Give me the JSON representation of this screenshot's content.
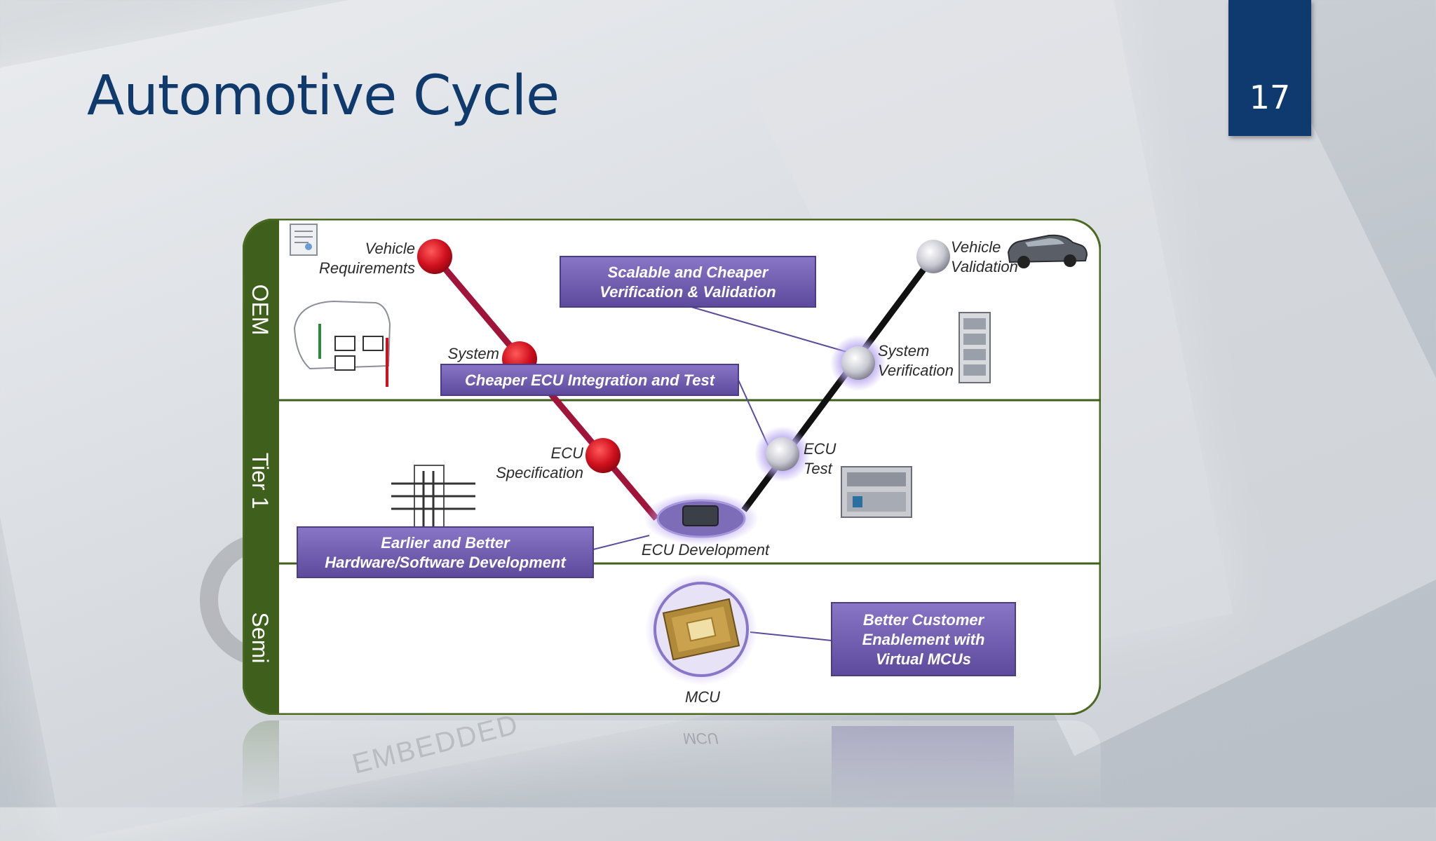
{
  "slide": {
    "title": "Automotive Cycle",
    "page_number": "17"
  },
  "lanes": {
    "oem": "OEM",
    "tier1": "Tier 1",
    "semi": "Semi"
  },
  "nodes": {
    "vehicle_requirements": [
      "Vehicle",
      "Requirements"
    ],
    "system": "System",
    "ecu_specification": [
      "ECU",
      "Specification"
    ],
    "ecu_development": "ECU Development",
    "ecu_test": [
      "ECU",
      "Test"
    ],
    "system_verification": [
      "System",
      "Verification"
    ],
    "vehicle_validation": [
      "Vehicle",
      "Validation"
    ],
    "mcu": "MCU"
  },
  "callouts": {
    "scalable": [
      "Scalable and Cheaper",
      "Verification  & Validation"
    ],
    "cheaper_ecu": "Cheaper ECU Integration and Test",
    "earlier_better": [
      "Earlier and Better",
      "Hardware/Software Development"
    ],
    "better_customer": [
      "Better Customer",
      "Enablement with",
      "Virtual MCUs"
    ]
  },
  "watermark": "EMBEDDED",
  "colors": {
    "title": "#0f3a6b",
    "badge": "#0e3a70",
    "lane_band": "#3f5f1c",
    "callout": "#6e5aaa",
    "red_line": "#a0143a",
    "red_node": "#d0101e",
    "black_line": "#111111"
  }
}
